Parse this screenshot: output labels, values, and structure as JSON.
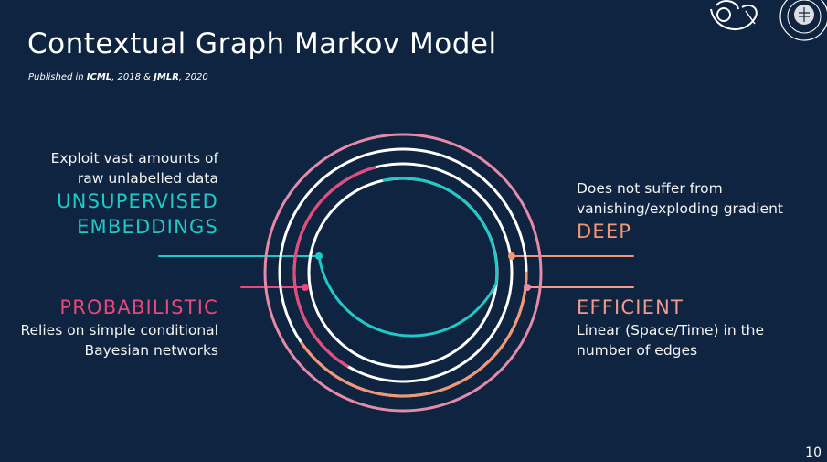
{
  "slide": {
    "title": "Contextual Graph Markov Model",
    "subtitle_prefix": "Published in ",
    "venue1": "ICML",
    "year1": ", 2018 & ",
    "venue2": "JMLR",
    "year2": ", 2020",
    "page_number": "10"
  },
  "features": {
    "unsupervised": {
      "desc_line1": "Exploit vast amounts of",
      "desc_line2": "raw unlabelled data",
      "heading_line1": "UNSUPERVISED",
      "heading_line2": "EMBEDDINGS",
      "color": "#1fc9c6"
    },
    "probabilistic": {
      "heading": "PROBABILISTIC",
      "desc_line1": "Relies on simple conditional",
      "desc_line2": "Bayesian networks",
      "color": "#e8487b"
    },
    "deep": {
      "desc_line1": "Does not suffer from",
      "desc_line2": "vanishing/exploding gradient",
      "heading": "DEEP",
      "color": "#f39673"
    },
    "efficient": {
      "heading": "EFFICIENT",
      "desc_line1": "Linear (Space/Time) in the",
      "desc_line2": "number of edges",
      "color": "#f29a8c"
    }
  },
  "colors": {
    "background": "#0e2440",
    "ring_outer": "#e58aa8",
    "ring_white": "#ffffff",
    "ring_orange": "#f39673",
    "ring_pink": "#e8487b",
    "ring_teal": "#1fc9c6"
  },
  "logos": [
    "lab-logo-icon",
    "university-seal-icon"
  ]
}
